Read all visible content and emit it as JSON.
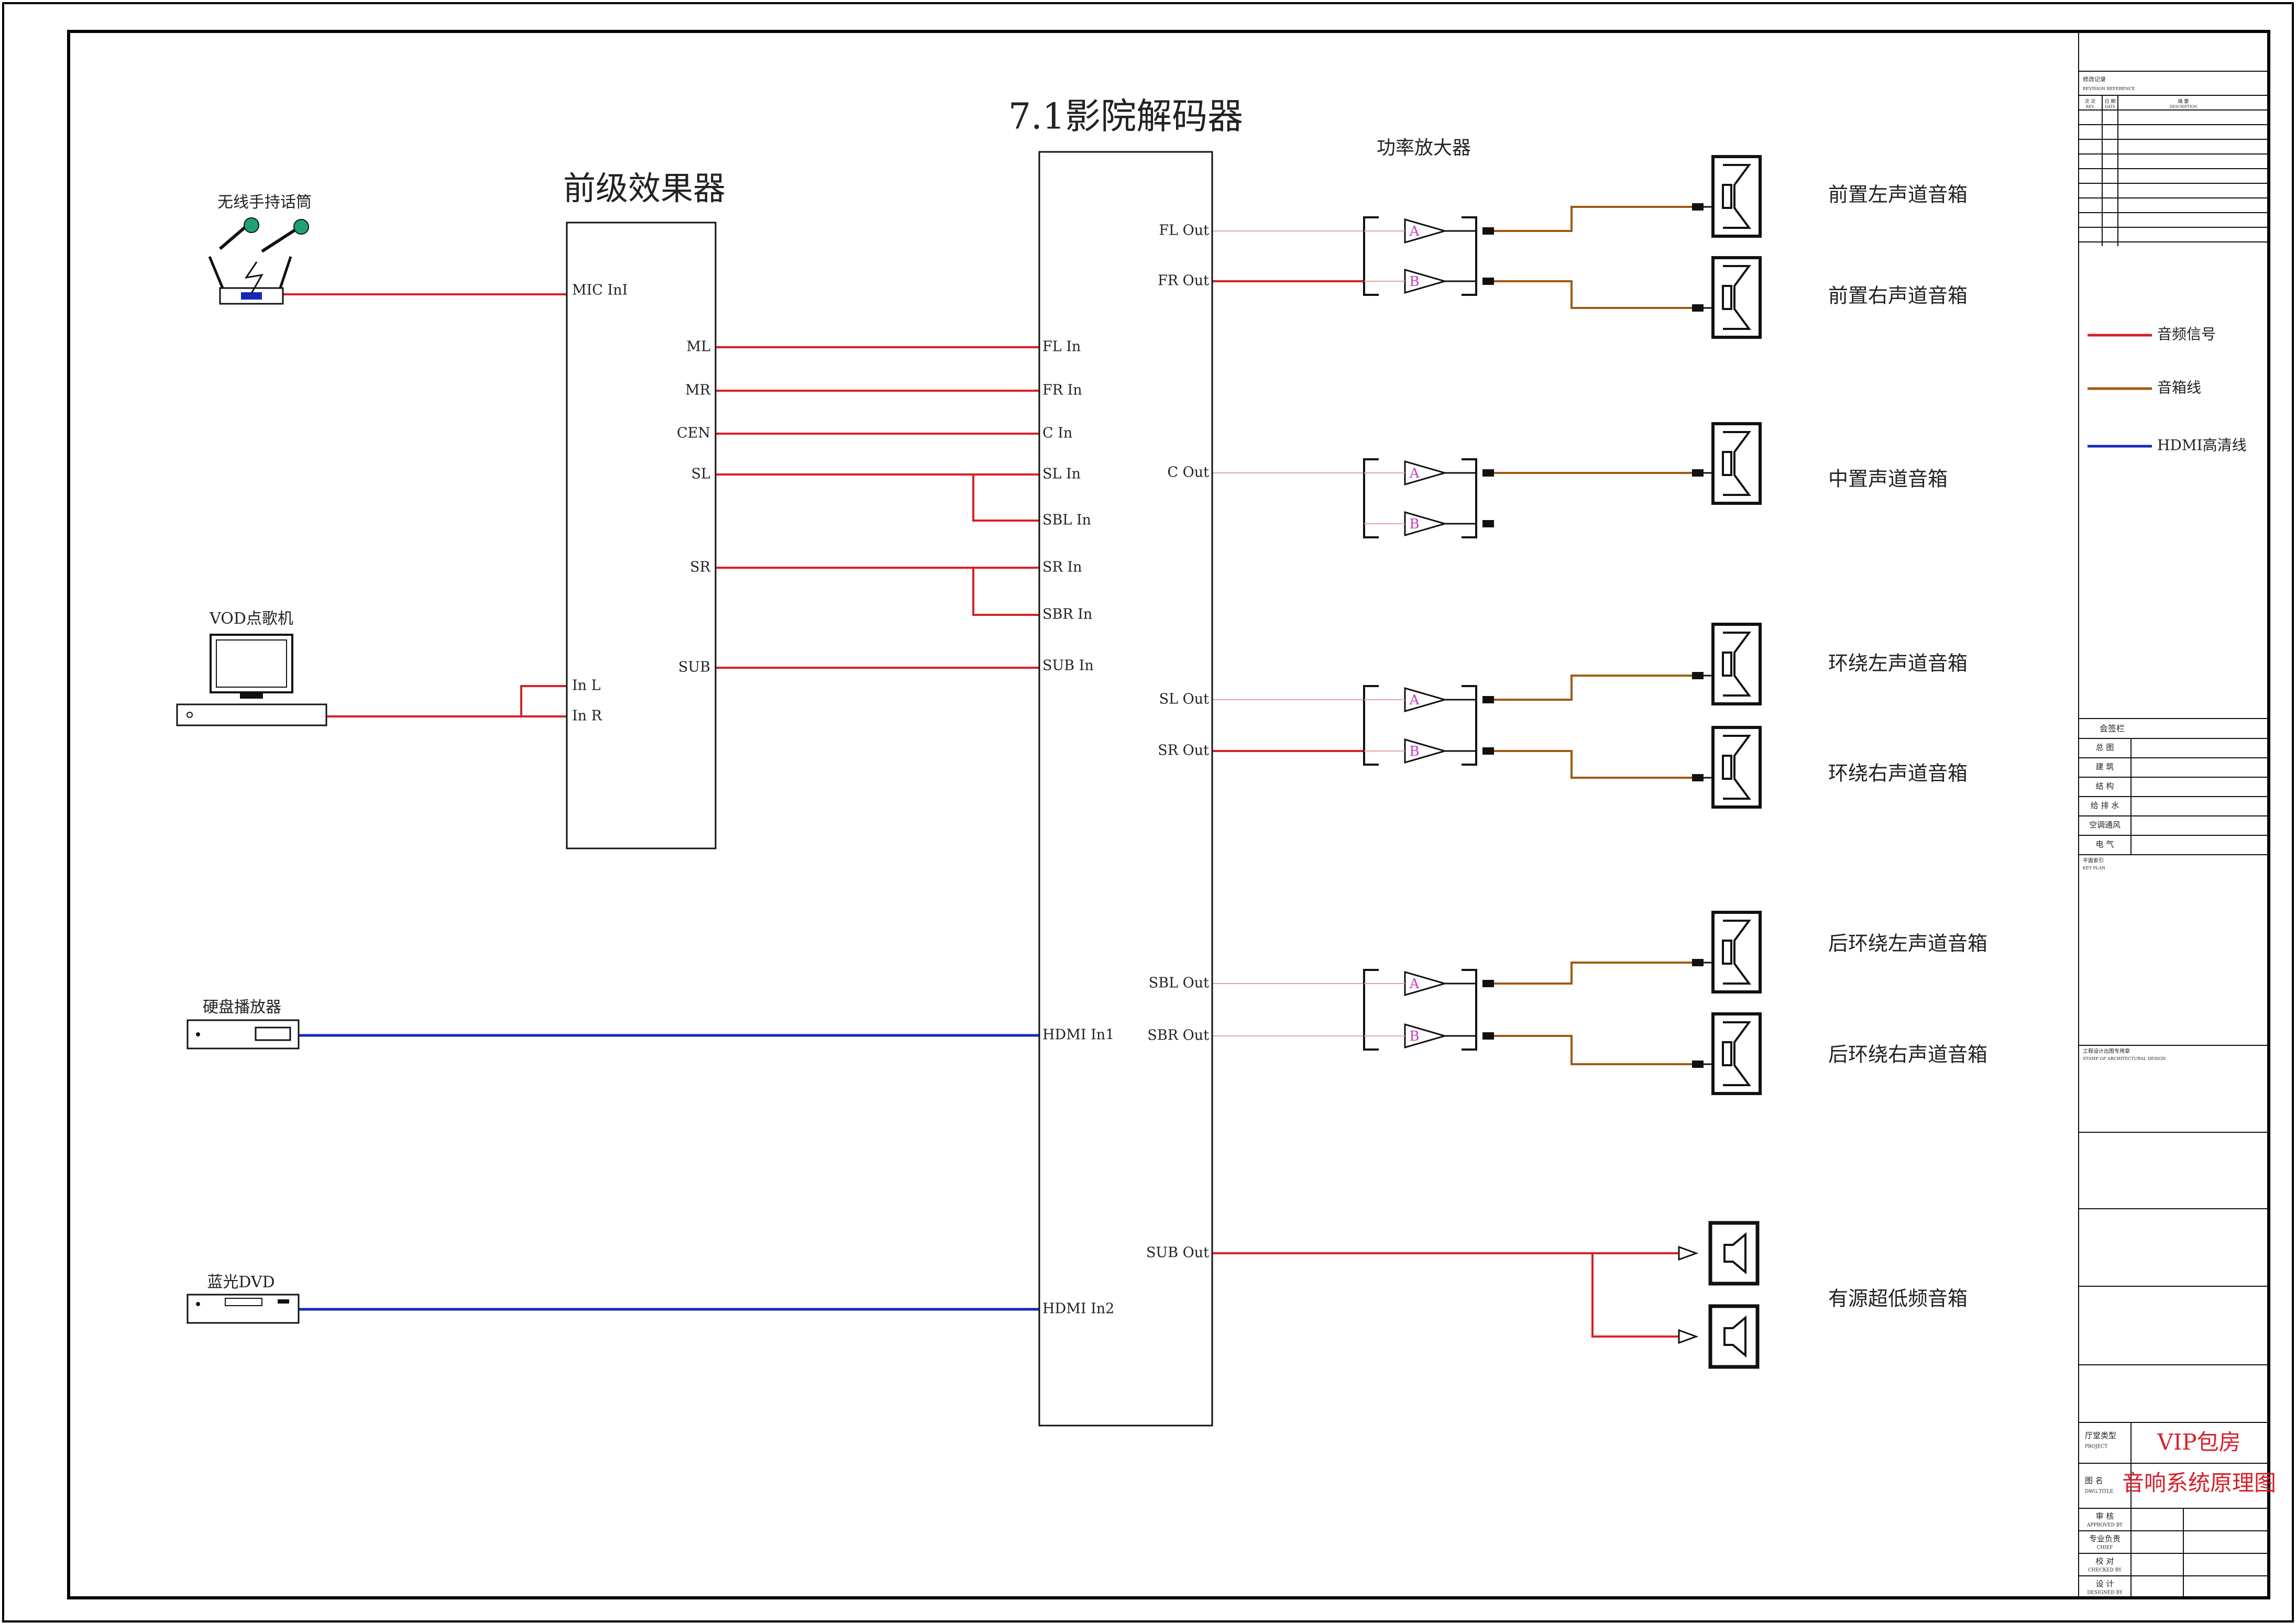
{
  "colors": {
    "audio_signal": "#d7202a",
    "audio_signal_light": "#e8a0a4",
    "speaker_cable": "#a05a10",
    "hdmi": "#1528b8",
    "amp_label": "#c040c0",
    "title_red": "#d7202a"
  },
  "sources": {
    "wireless_mic": {
      "label": "无线手持话筒",
      "icon": "wireless-microphone-receiver-icon"
    },
    "vod": {
      "label": "VOD点歌机",
      "icon": "computer-icon"
    },
    "hdd_player": {
      "label": "硬盘播放器",
      "icon": "media-player-icon"
    },
    "bluray": {
      "label": "蓝光DVD",
      "icon": "dvd-player-icon"
    }
  },
  "preamp": {
    "title": "前级效果器",
    "inputs": [
      "MIC InI",
      "In L",
      "In R"
    ],
    "outputs": [
      "ML",
      "MR",
      "CEN",
      "SL",
      "SR",
      "SUB"
    ]
  },
  "decoder": {
    "title": "7.1影院解码器",
    "inputs": [
      "FL In",
      "FR In",
      "C In",
      "SL In",
      "SBL In",
      "SR In",
      "SBR In",
      "SUB In",
      "HDMI In1",
      "HDMI In2"
    ],
    "outputs": [
      "FL Out",
      "FR Out",
      "C Out",
      "SL Out",
      "SR Out",
      "SBL Out",
      "SBR Out",
      "SUB Out"
    ]
  },
  "amplifier": {
    "title": "功率放大器",
    "channel_labels": [
      "A",
      "B"
    ]
  },
  "speakers": [
    "前置左声道音箱",
    "前置右声道音箱",
    "中置声道音箱",
    "环绕左声道音箱",
    "环绕右声道音箱",
    "后环绕左声道音箱",
    "后环绕右声道音箱",
    "有源超低频音箱"
  ],
  "legend": [
    {
      "label": "音频信号",
      "color": "#d7202a"
    },
    {
      "label": "音箱线",
      "color": "#a05a10"
    },
    {
      "label": "HDMI高清线",
      "color": "#1528b8"
    }
  ],
  "title_block": {
    "revision_title": "修改记录",
    "revision_title_en": "REVISION REFERENCE",
    "revision_cols": [
      {
        "cn": "次 次",
        "en": "REV."
      },
      {
        "cn": "日 期",
        "en": "DATE"
      },
      {
        "cn": "摘 要",
        "en": "DESCRIPTION"
      }
    ],
    "signoff_title": "会签栏",
    "signoff_rows": [
      "总 图",
      "建 筑",
      "结 构",
      "给 排 水",
      "空调通风",
      "电 气"
    ],
    "key_plan": "平面索引",
    "key_plan_en": "KEY PLAN",
    "stamp": "工程设计出图专用章",
    "stamp_en": "STAMP OF ARCHITECTURAL DESIGN",
    "project_label": "厅堂类型",
    "project_label_en": "PROJECT",
    "project": "VIP包房",
    "drawing_label": "图 名",
    "drawing_label_en": "DWG.TITLE",
    "drawing_title": "音响系统原理图",
    "signers": [
      {
        "cn": "审 核",
        "en": "APPROVED BY"
      },
      {
        "cn": "专业负责",
        "en": "CHIEF"
      },
      {
        "cn": "校 对",
        "en": "CHECKED BY"
      },
      {
        "cn": "设 计",
        "en": "DESIGNED BY"
      }
    ]
  }
}
